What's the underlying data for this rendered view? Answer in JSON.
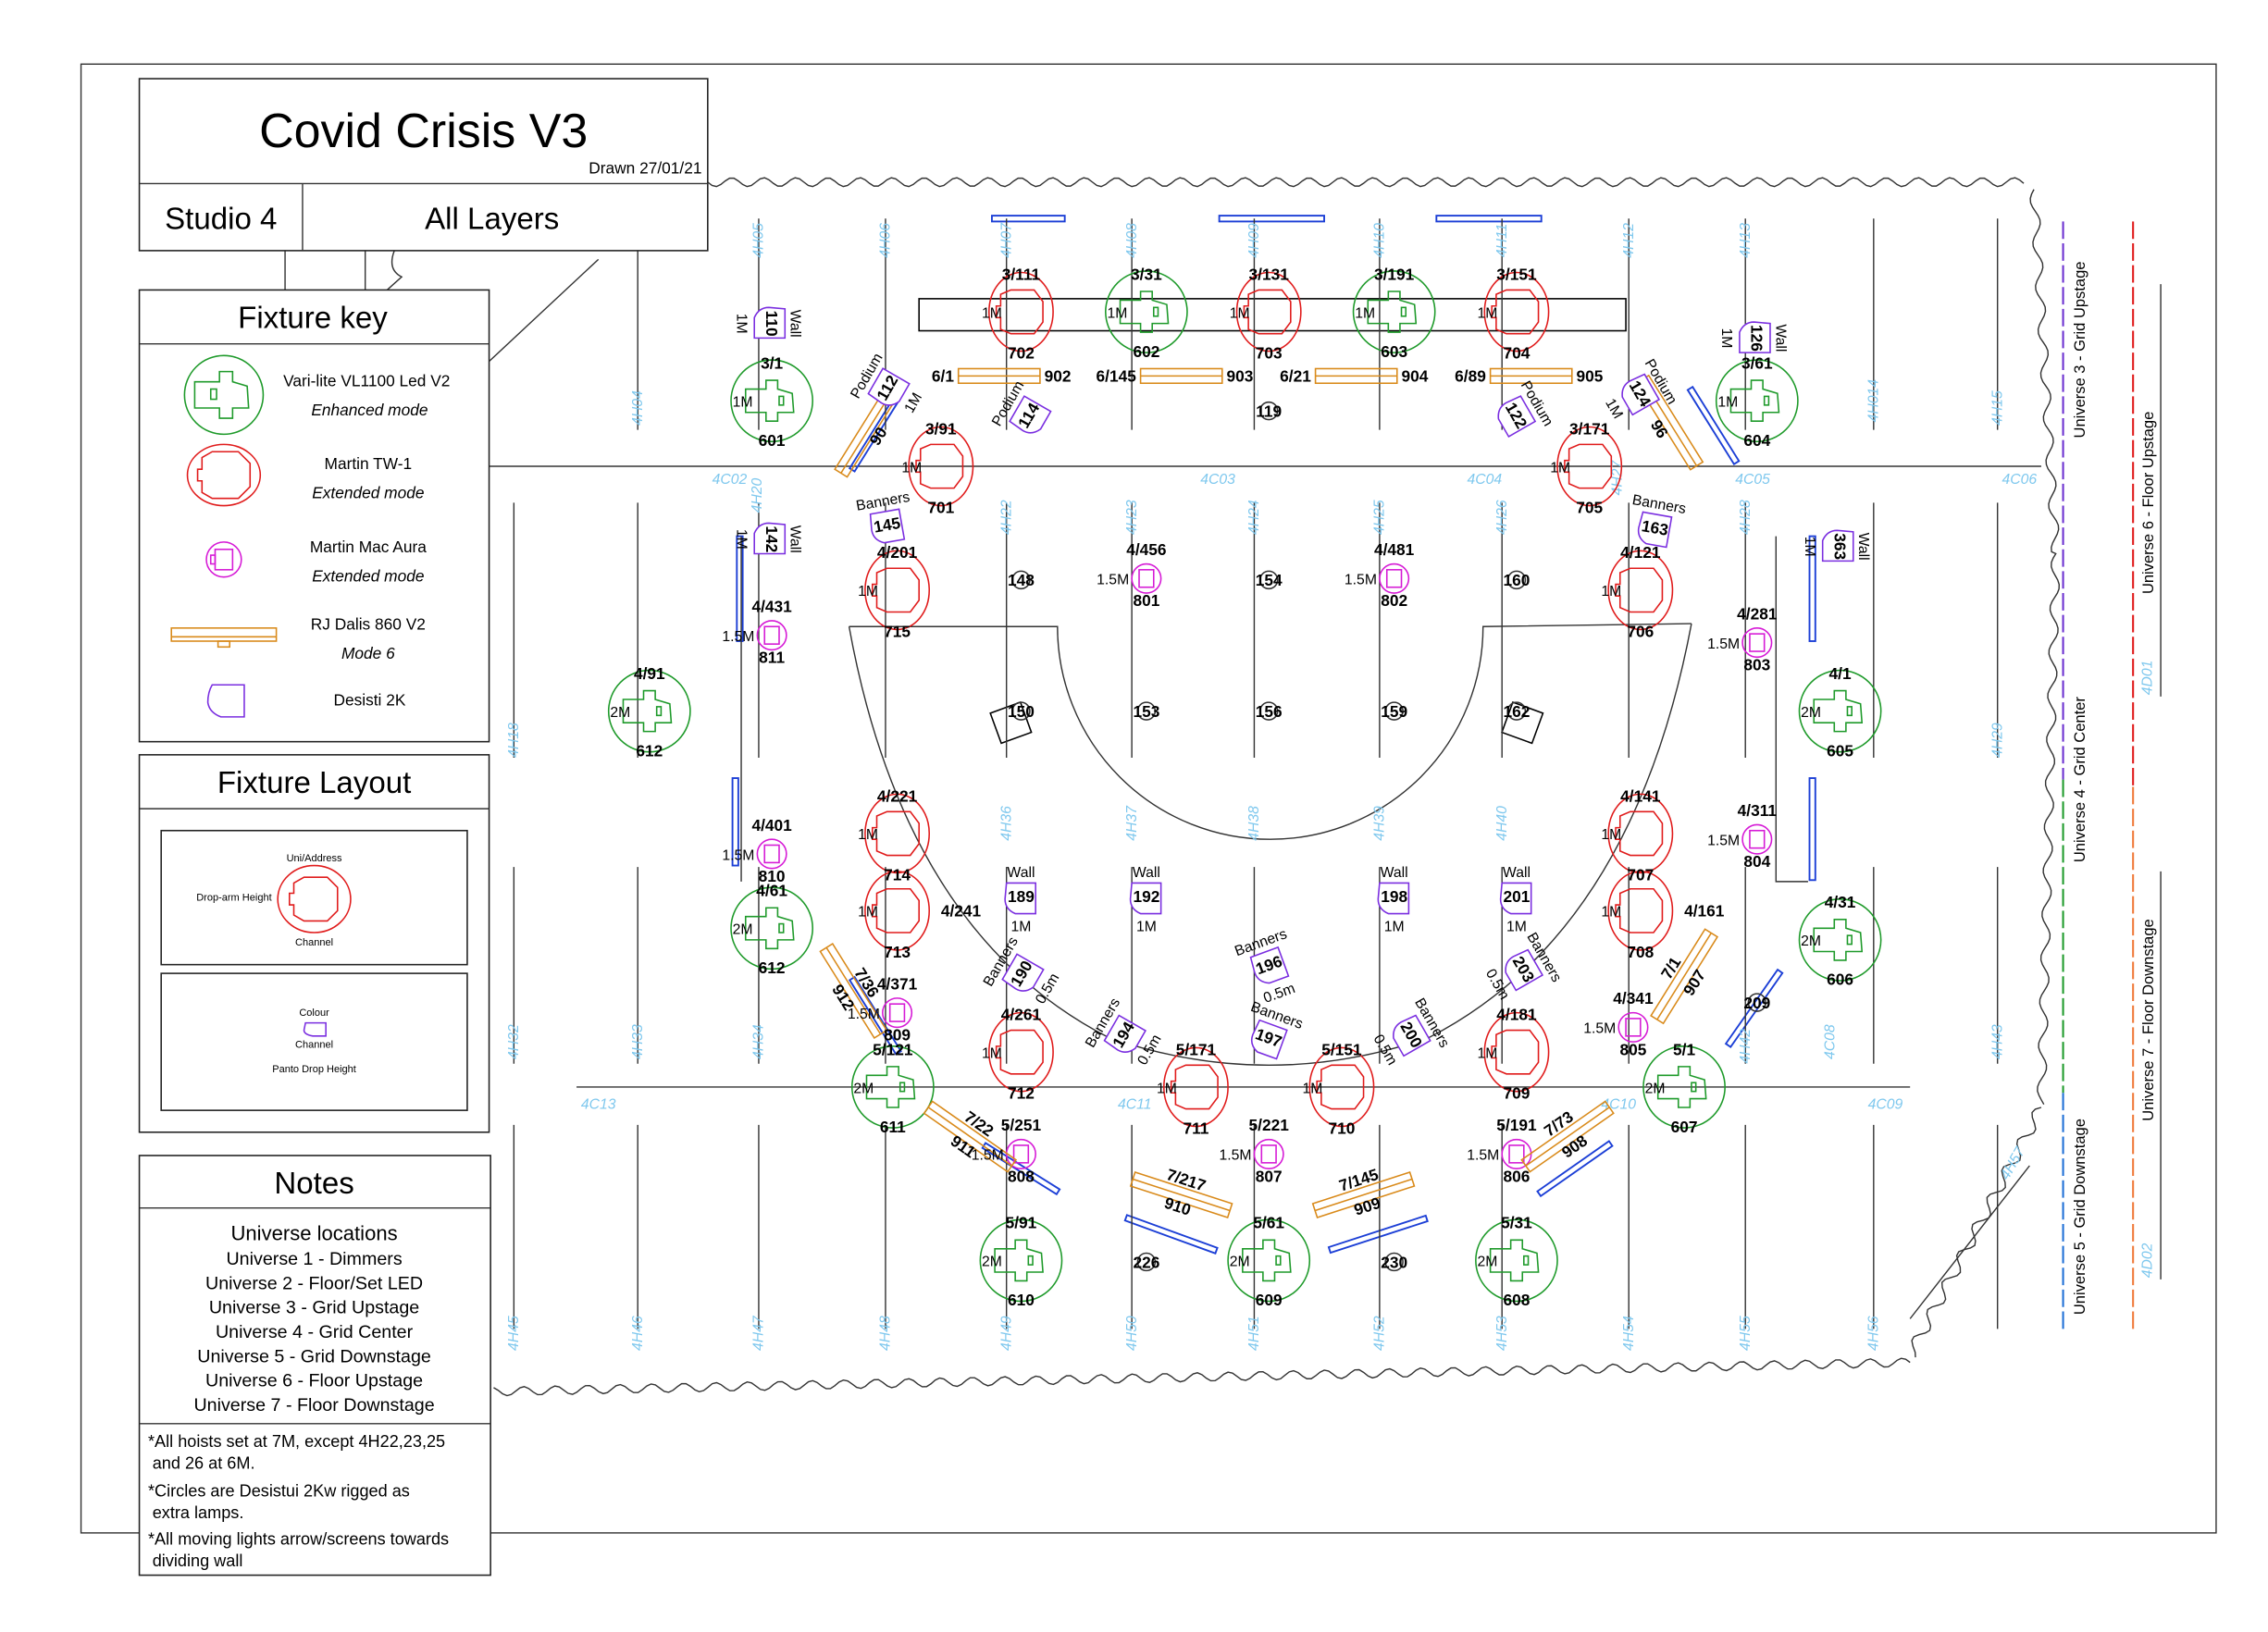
{
  "title": "Covid Crisis V3",
  "drawn": "Drawn 27/01/21",
  "studio": "Studio 4",
  "layers": "All Layers",
  "colors": {
    "vl": "#1e9a2a",
    "tw": "#e01b1b",
    "aura": "#d61ad6",
    "dalis": "#d98a1a",
    "desisti": "#7a2ee0",
    "hoist": "#7fc8ee",
    "screen": "#1c3fd6",
    "u3": "#6a2fd0",
    "u4": "#1e9a2a",
    "u5": "#1e6fd6",
    "u6": "#e01b1b",
    "u7": "#f07a3a"
  },
  "key": {
    "title": "Fixture key",
    "items": [
      {
        "icon": "vl1100-icon",
        "name": "Vari-lite VL1100 Led V2",
        "mode": "Enhanced mode"
      },
      {
        "icon": "tw1-icon",
        "name": "Martin TW-1",
        "mode": "Extended mode"
      },
      {
        "icon": "mac-aura-icon",
        "name": "Martin Mac Aura",
        "mode": "Extended mode"
      },
      {
        "icon": "dalis-icon",
        "name": "RJ Dalis 860 V2",
        "mode": "Mode 6"
      },
      {
        "icon": "desisti-icon",
        "name": "Desisti 2K",
        "mode": ""
      }
    ]
  },
  "layout": {
    "title": "Fixture Layout",
    "uni_address": "Uni/Address",
    "drop_arm": "Drop-arm Height",
    "channel": "Channel",
    "colour": "Colour",
    "channel2": "Channel",
    "panto": "Panto Drop Height"
  },
  "notes": {
    "title": "Notes",
    "universe_heading": "Universe locations",
    "universes": [
      "Universe 1 - Dimmers",
      "Universe 2 - Floor/Set LED",
      "Universe 3 - Grid Upstage",
      "Universe 4 - Grid Center",
      "Universe 5 - Grid Downstage",
      "Universe 6 - Floor Upstage",
      "Universe 7 - Floor Downstage"
    ],
    "remarks": [
      [
        "*All hoists set at 7M, except 4H22,23,25",
        "and 26 at 6M."
      ],
      [
        "*Circles are Desistui 2Kw rigged as",
        "extra lamps."
      ],
      [
        "*All moving lights arrow/screens towards",
        "dividing wall"
      ]
    ]
  },
  "side_labels": [
    "Universe 3 - Grid Upstage",
    "Universe 4 - Grid Center",
    "Universe 5 - Grid Downstage",
    "Universe 6 - Floor Upstage",
    "Universe 7 - Floor Downstage"
  ],
  "hoists": [
    "4H05",
    "4H06",
    "4H07",
    "4H08",
    "4H09",
    "4H10",
    "4H11",
    "4H12",
    "4H13",
    "4H04",
    "4H014",
    "4H15",
    "4H20",
    "4H22",
    "4H23",
    "4H24",
    "4H25",
    "4H26",
    "4H27",
    "4H28",
    "4H18",
    "4H29",
    "4H36",
    "4H37",
    "4H38",
    "4H39",
    "4H40",
    "4H32",
    "4H33",
    "4H34",
    "4H42",
    "4H43",
    "4H45",
    "4H46",
    "4H47",
    "4H48",
    "4H49",
    "4H50",
    "4H51",
    "4H52",
    "4H53",
    "4H54",
    "4H55",
    "4H56",
    "4H57"
  ],
  "pipes": [
    "4C02",
    "4C03",
    "4C04",
    "4C05",
    "4C06",
    "4C13",
    "4C11",
    "4C10",
    "4C09",
    "4C08",
    "4D01",
    "4D02"
  ],
  "fixtures": [
    {
      "type": "vl",
      "address": "3/1",
      "channel": "601",
      "height": "1M"
    },
    {
      "type": "vl",
      "address": "3/31",
      "channel": "602",
      "height": "1M"
    },
    {
      "type": "vl",
      "address": "3/191",
      "channel": "603",
      "height": "1M"
    },
    {
      "type": "vl",
      "address": "3/61",
      "channel": "604",
      "height": "1M"
    },
    {
      "type": "vl",
      "address": "4/91",
      "channel": "612",
      "height": "2M"
    },
    {
      "type": "vl",
      "address": "4/1",
      "channel": "605",
      "height": "2M"
    },
    {
      "type": "vl",
      "address": "4/61",
      "channel": "612",
      "height": "2M"
    },
    {
      "type": "vl",
      "address": "4/31",
      "channel": "606",
      "height": "2M"
    },
    {
      "type": "vl",
      "address": "5/121",
      "channel": "611",
      "height": "2M"
    },
    {
      "type": "vl",
      "address": "5/1",
      "channel": "607",
      "height": "2M"
    },
    {
      "type": "vl",
      "address": "5/91",
      "channel": "610",
      "height": "2M"
    },
    {
      "type": "vl",
      "address": "5/61",
      "channel": "609",
      "height": "2M"
    },
    {
      "type": "vl",
      "address": "5/31",
      "channel": "608",
      "height": "2M"
    },
    {
      "type": "tw",
      "address": "3/111",
      "channel": "702",
      "height": "1M"
    },
    {
      "type": "tw",
      "address": "3/131",
      "channel": "703",
      "height": "1M"
    },
    {
      "type": "tw",
      "address": "3/151",
      "channel": "704",
      "height": "1M"
    },
    {
      "type": "tw",
      "address": "3/91",
      "channel": "701",
      "height": "1M"
    },
    {
      "type": "tw",
      "address": "3/171",
      "channel": "705",
      "height": "1M"
    },
    {
      "type": "tw",
      "address": "4/201",
      "channel": "715",
      "height": "1M"
    },
    {
      "type": "tw",
      "address": "4/121",
      "channel": "706",
      "height": "1M"
    },
    {
      "type": "tw",
      "address": "4/221",
      "channel": "714",
      "height": "1M"
    },
    {
      "type": "tw",
      "address": "4/141",
      "channel": "707",
      "height": "1M"
    },
    {
      "type": "tw",
      "address": "4/241",
      "channel": "713",
      "height": "1M"
    },
    {
      "type": "tw",
      "address": "4/161",
      "channel": "708",
      "height": "1M"
    },
    {
      "type": "tw",
      "address": "4/261",
      "channel": "712",
      "height": "1M"
    },
    {
      "type": "tw",
      "address": "4/181",
      "channel": "709",
      "height": "1M"
    },
    {
      "type": "tw",
      "address": "5/171",
      "channel": "711",
      "height": "1M"
    },
    {
      "type": "tw",
      "address": "5/151",
      "channel": "710",
      "height": "1M"
    },
    {
      "type": "aura",
      "address": "4/456",
      "channel": "801",
      "height": "1.5M"
    },
    {
      "type": "aura",
      "address": "4/481",
      "channel": "802",
      "height": "1.5M"
    },
    {
      "type": "aura",
      "address": "4/431",
      "channel": "811",
      "height": "1.5M"
    },
    {
      "type": "aura",
      "address": "4/281",
      "channel": "803",
      "height": "1.5M"
    },
    {
      "type": "aura",
      "address": "4/401",
      "channel": "810",
      "height": "1.5M"
    },
    {
      "type": "aura",
      "address": "4/311",
      "channel": "804",
      "height": "1.5M"
    },
    {
      "type": "aura",
      "address": "4/371",
      "channel": "809",
      "height": "1.5M"
    },
    {
      "type": "aura",
      "address": "4/341",
      "channel": "805",
      "height": "1.5M"
    },
    {
      "type": "aura",
      "address": "5/251",
      "channel": "808",
      "height": "1.5M"
    },
    {
      "type": "aura",
      "address": "5/221",
      "channel": "807",
      "height": "1.5M"
    },
    {
      "type": "aura",
      "address": "5/191",
      "channel": "806",
      "height": "1.5M"
    },
    {
      "type": "dalis",
      "address": "6/1",
      "channel": "902"
    },
    {
      "type": "dalis",
      "address": "6/145",
      "channel": "903"
    },
    {
      "type": "dalis",
      "address": "6/21",
      "channel": "904"
    },
    {
      "type": "dalis",
      "address": "6/89",
      "channel": "905"
    },
    {
      "type": "dalis",
      "address": "",
      "channel": "90"
    },
    {
      "type": "dalis",
      "address": "",
      "channel": "96"
    },
    {
      "type": "dalis",
      "address": "7/36",
      "channel": "912"
    },
    {
      "type": "dalis",
      "address": "7/1",
      "channel": "907"
    },
    {
      "type": "dalis",
      "address": "7/22",
      "channel": "911"
    },
    {
      "type": "dalis",
      "address": "7/217",
      "channel": "910"
    },
    {
      "type": "dalis",
      "address": "7/145",
      "channel": "909"
    },
    {
      "type": "dalis",
      "address": "7/73",
      "channel": "908"
    },
    {
      "type": "desisti",
      "channel": "110",
      "note": "Wall",
      "height": "1M"
    },
    {
      "type": "desisti",
      "channel": "112",
      "note": "Podium",
      "height": "1M"
    },
    {
      "type": "desisti",
      "channel": "114",
      "note": "Podium",
      "height": ""
    },
    {
      "type": "desisti",
      "channel": "122",
      "note": "Podium",
      "height": ""
    },
    {
      "type": "desisti",
      "channel": "124",
      "note": "Podium",
      "height": "1M"
    },
    {
      "type": "desisti",
      "channel": "126",
      "note": "Wall",
      "height": "1M"
    },
    {
      "type": "desisti",
      "channel": "142",
      "note": "Wall",
      "height": "1M"
    },
    {
      "type": "desisti",
      "channel": "145",
      "note": "Banners",
      "height": ""
    },
    {
      "type": "desisti",
      "channel": "163",
      "note": "Banners",
      "height": ""
    },
    {
      "type": "desisti",
      "channel": "363",
      "note": "Wall",
      "height": "1M"
    },
    {
      "type": "desisti",
      "channel": "189",
      "note": "Wall",
      "height": "1M"
    },
    {
      "type": "desisti",
      "channel": "192",
      "note": "Wall",
      "height": "1M"
    },
    {
      "type": "desisti",
      "channel": "198",
      "note": "Wall",
      "height": "1M"
    },
    {
      "type": "desisti",
      "channel": "201",
      "note": "Wall",
      "height": "1M"
    },
    {
      "type": "desisti",
      "channel": "190",
      "note": "Banners",
      "height": "0.5m"
    },
    {
      "type": "desisti",
      "channel": "196",
      "note": "Banners",
      "height": "0.5m"
    },
    {
      "type": "desisti",
      "channel": "203",
      "note": "Banners",
      "height": "0.5m"
    },
    {
      "type": "desisti",
      "channel": "194",
      "note": "Banners",
      "height": "0.5m"
    },
    {
      "type": "desisti",
      "channel": "197",
      "note": "Banners",
      "height": ""
    },
    {
      "type": "desisti",
      "channel": "200",
      "note": "Banners",
      "height": "0.5m"
    },
    {
      "type": "circle",
      "channel": "119"
    },
    {
      "type": "circle",
      "channel": "148"
    },
    {
      "type": "circle",
      "channel": "154"
    },
    {
      "type": "circle",
      "channel": "160"
    },
    {
      "type": "circle",
      "channel": "150"
    },
    {
      "type": "circle",
      "channel": "153"
    },
    {
      "type": "circle",
      "channel": "156"
    },
    {
      "type": "circle",
      "channel": "159"
    },
    {
      "type": "circle",
      "channel": "162"
    },
    {
      "type": "circle",
      "channel": "209"
    },
    {
      "type": "circle",
      "channel": "226"
    },
    {
      "type": "circle",
      "channel": "230"
    }
  ]
}
